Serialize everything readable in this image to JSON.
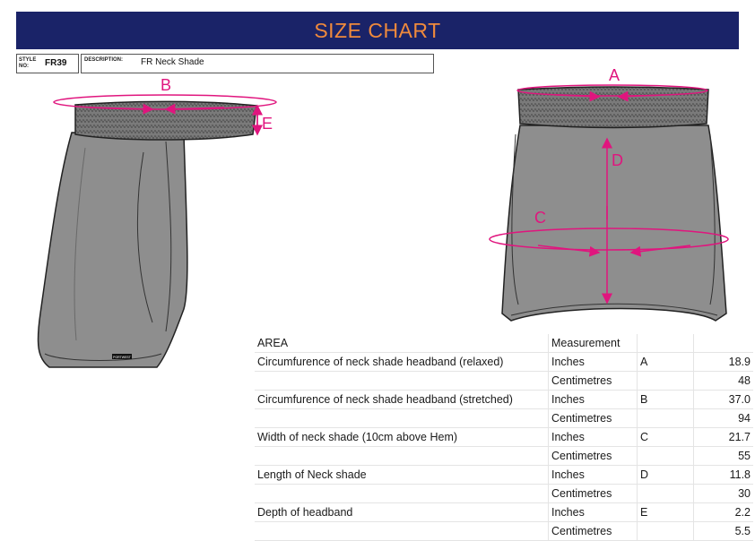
{
  "header": {
    "title": "SIZE CHART"
  },
  "info": {
    "style_label_1": "STYLE",
    "style_label_2": "NO:",
    "style_value": "FR39",
    "desc_label": "DESCRIPTION:",
    "desc_value": "FR Neck Shade"
  },
  "markers": {
    "a": "A",
    "b": "B",
    "c": "C",
    "d": "D",
    "e": "E"
  },
  "tag_text": "PORTWEST",
  "colors": {
    "banner": "#1a2368",
    "title": "#f08a3c",
    "measure": "#e0157e",
    "garment": "#8e8e8e"
  },
  "table": {
    "header": {
      "area": "AREA",
      "measurement": "Measurement"
    },
    "rows": [
      {
        "area": "Circumfurence of neck shade headband (relaxed)",
        "unit": "Inches",
        "code": "A",
        "value": "18.9"
      },
      {
        "area": "",
        "unit": "Centimetres",
        "code": "",
        "value": "48"
      },
      {
        "area": "Circumfurence of neck shade headband (stretched)",
        "unit": "Inches",
        "code": "B",
        "value": "37.0"
      },
      {
        "area": "",
        "unit": "Centimetres",
        "code": "",
        "value": "94"
      },
      {
        "area": "Width of neck shade (10cm above Hem)",
        "unit": "Inches",
        "code": "C",
        "value": "21.7"
      },
      {
        "area": "",
        "unit": "Centimetres",
        "code": "",
        "value": "55"
      },
      {
        "area": "Length of Neck shade",
        "unit": "Inches",
        "code": "D",
        "value": "11.8"
      },
      {
        "area": "",
        "unit": "Centimetres",
        "code": "",
        "value": "30"
      },
      {
        "area": "Depth of headband",
        "unit": "Inches",
        "code": "E",
        "value": "2.2"
      },
      {
        "area": "",
        "unit": "Centimetres",
        "code": "",
        "value": "5.5"
      }
    ]
  }
}
